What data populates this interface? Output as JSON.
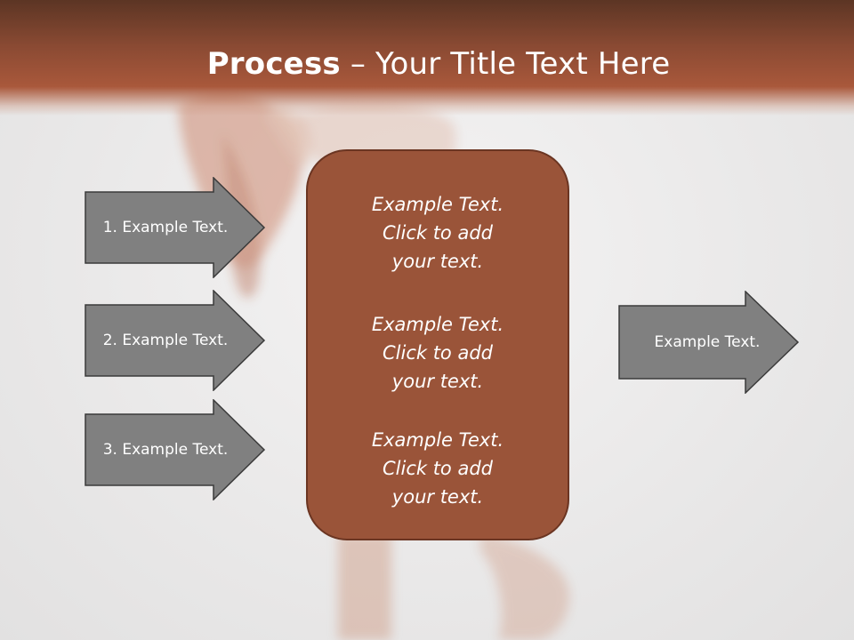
{
  "slide": {
    "title_bold": "Process",
    "title_rest": " – Your Title Text Here",
    "left_arrows": [
      {
        "label": "1. Example Text."
      },
      {
        "label": "2. Example Text."
      },
      {
        "label": "3. Example Text."
      }
    ],
    "center_paragraphs": [
      "Example Text.\nClick  to add\nyour text.",
      "Example Text.\nClick  to add\nyour text.",
      "Example Text.\nClick  to add\nyour text."
    ],
    "right_arrow": {
      "label": "Example Text."
    }
  },
  "colors": {
    "header_brown": "#8a4a33",
    "box_fill": "#9a5439",
    "arrow_fill": "#808080",
    "arrow_border": "#3a3a3a"
  },
  "icons": {
    "left_arrows": "right-arrow-shape",
    "right_arrow": "right-arrow-shape"
  }
}
